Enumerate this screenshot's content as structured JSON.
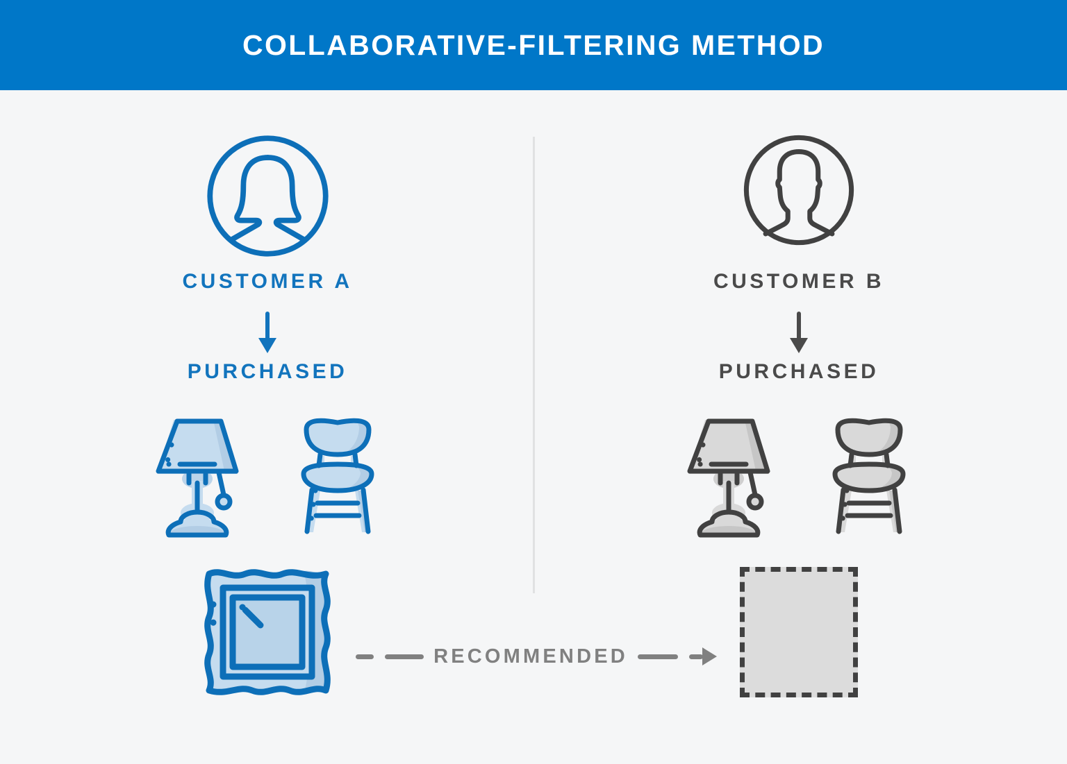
{
  "header": {
    "title": "COLLABORATIVE-FILTERING METHOD",
    "background_color": "#0077c8",
    "text_color": "#ffffff"
  },
  "canvas": {
    "background_color": "#f5f6f7",
    "divider_color": "#e0e1e2"
  },
  "palette": {
    "blue_outline": "#0d6fb8",
    "blue_text": "#1274bd",
    "blue_fill": "#c5dcef",
    "blue_fill_shade": "#b2cde5",
    "gray_outline": "#414141",
    "gray_text": "#4a4a4a",
    "gray_fill": "#d9d9d9",
    "gray_fill_shade": "#c6c6c6",
    "recommended_gray": "#808080",
    "placeholder_fill": "#dcdcdc"
  },
  "columns": [
    {
      "id": "customer-a",
      "avatar_icon": "female-avatar-icon",
      "avatar_style": "blue",
      "customer_label": "CUSTOMER A",
      "arrow_icon": "down-arrow-icon",
      "purchased_label": "PURCHASED",
      "items": [
        {
          "icon": "lamp-icon",
          "style": "blue"
        },
        {
          "icon": "chair-icon",
          "style": "blue"
        }
      ],
      "bottom_item": {
        "icon": "mirror-icon",
        "style": "blue"
      }
    },
    {
      "id": "customer-b",
      "avatar_icon": "male-avatar-icon",
      "avatar_style": "gray",
      "customer_label": "CUSTOMER B",
      "arrow_icon": "down-arrow-icon",
      "purchased_label": "PURCHASED",
      "items": [
        {
          "icon": "lamp-icon",
          "style": "gray"
        },
        {
          "icon": "chair-icon",
          "style": "gray"
        }
      ],
      "bottom_item": {
        "icon": "placeholder-dashed-box",
        "style": "dashed"
      }
    }
  ],
  "recommendation": {
    "label": "RECOMMENDED",
    "arrow_icon": "right-arrow-icon",
    "line_style": "dashed",
    "color": "#808080"
  }
}
